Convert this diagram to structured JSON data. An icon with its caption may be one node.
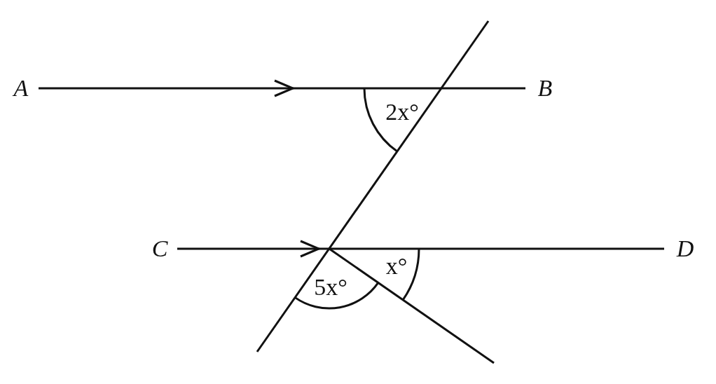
{
  "diagram": {
    "labels": [
      "A",
      "B",
      "2x°",
      "C",
      "D",
      "x°",
      "5x°"
    ]
  }
}
